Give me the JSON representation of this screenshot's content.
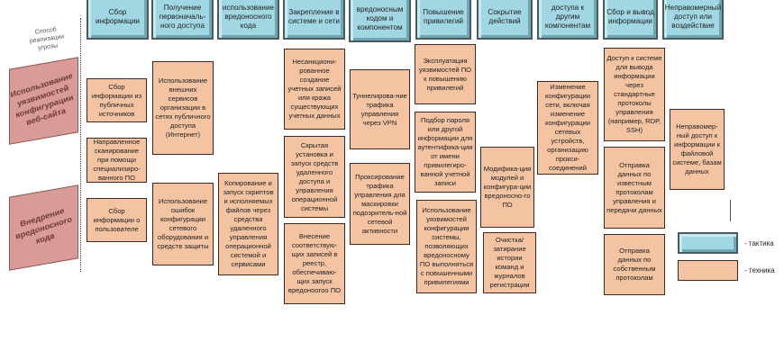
{
  "caption": "Способ реализации угрозы",
  "ways": [
    "Использование уязвимостей конфигурации веб-сайта",
    "Внедрение вредоносного кода"
  ],
  "tactics": [
    "Сбор информации",
    "Получение первоначаль-ного доступа",
    "использование вредоносного кода",
    "Закрепление в системе и сети",
    "вредоносным кодом и компонентом",
    "Повышение привилегий",
    "Сокрытие действий",
    "доступа к другим компонентам",
    "Сбор и вывод информации",
    "Неправомерный доступ или воздействие"
  ],
  "techniques": {
    "c1": [
      "Сбор информации из публичных источников",
      "Направленное сканирование при помощи специализиро-ванного ПО",
      "Сбор информации о пользователе"
    ],
    "c2": [
      "Использование внешних сервисов организации в сетях публичного доступа (Интернет)",
      "Использование ошибок конфигурации сетевого оборудования и средств защиты"
    ],
    "c3": [
      "Копирование и запуск скриптов и исполняемых файлов через средства удаленного управления операционной системой и сервисами"
    ],
    "c4": [
      "Несанкциони-рованное создание учетных записей или кража существующих учетных данных",
      "Скрытая установка и запуск средств удаленного доступа и управления операционной системы",
      "Внесение соответствую-щих записей в реестр, обеспечиваю-щих запуск вредоноогоо ПО"
    ],
    "c5": [
      "Туннелирова-ние трафика управления через VPN",
      "Проксирование трафика управления для маскировки подозритель-ной сетевой активности"
    ],
    "c6": [
      "Эксплуатация уязвимостей ПО к повышению привилегий",
      "Подбор пароля или другой информации для аутентифика-ции от имени привилегиро-ванной учетной записи",
      "Использование уязвимостей конфигурации системы, позволяющих вредоносному ПО выполняться с повышенными привилегиями"
    ],
    "c7": [
      "Модифика-ция модулей и конфигура-ции вредоносно-го ПО",
      "Очистка/ затирание истории команд и журналов регистрации"
    ],
    "c8": [
      "Изменение конфигурации сети, включая изменение конфигурации сетевых устройств, организацию прокси-соединений"
    ],
    "c9": [
      "Доступ к системе для вывода информации через стандартные протоколы управления (например, RDP, SSH)",
      "Отправка данных по известным протоколам управления и передачи данных",
      "Отправка данных по собственным протоколам"
    ],
    "c10": [
      "Неправомер-ный доступ к информации к файловой системе, базам данных"
    ]
  },
  "legend": {
    "tactic": "- тактика",
    "technique": "- техника"
  },
  "colors": {
    "tactic": "#a1d7e3",
    "technique": "#f4c3a1",
    "way": "#d89b98"
  }
}
